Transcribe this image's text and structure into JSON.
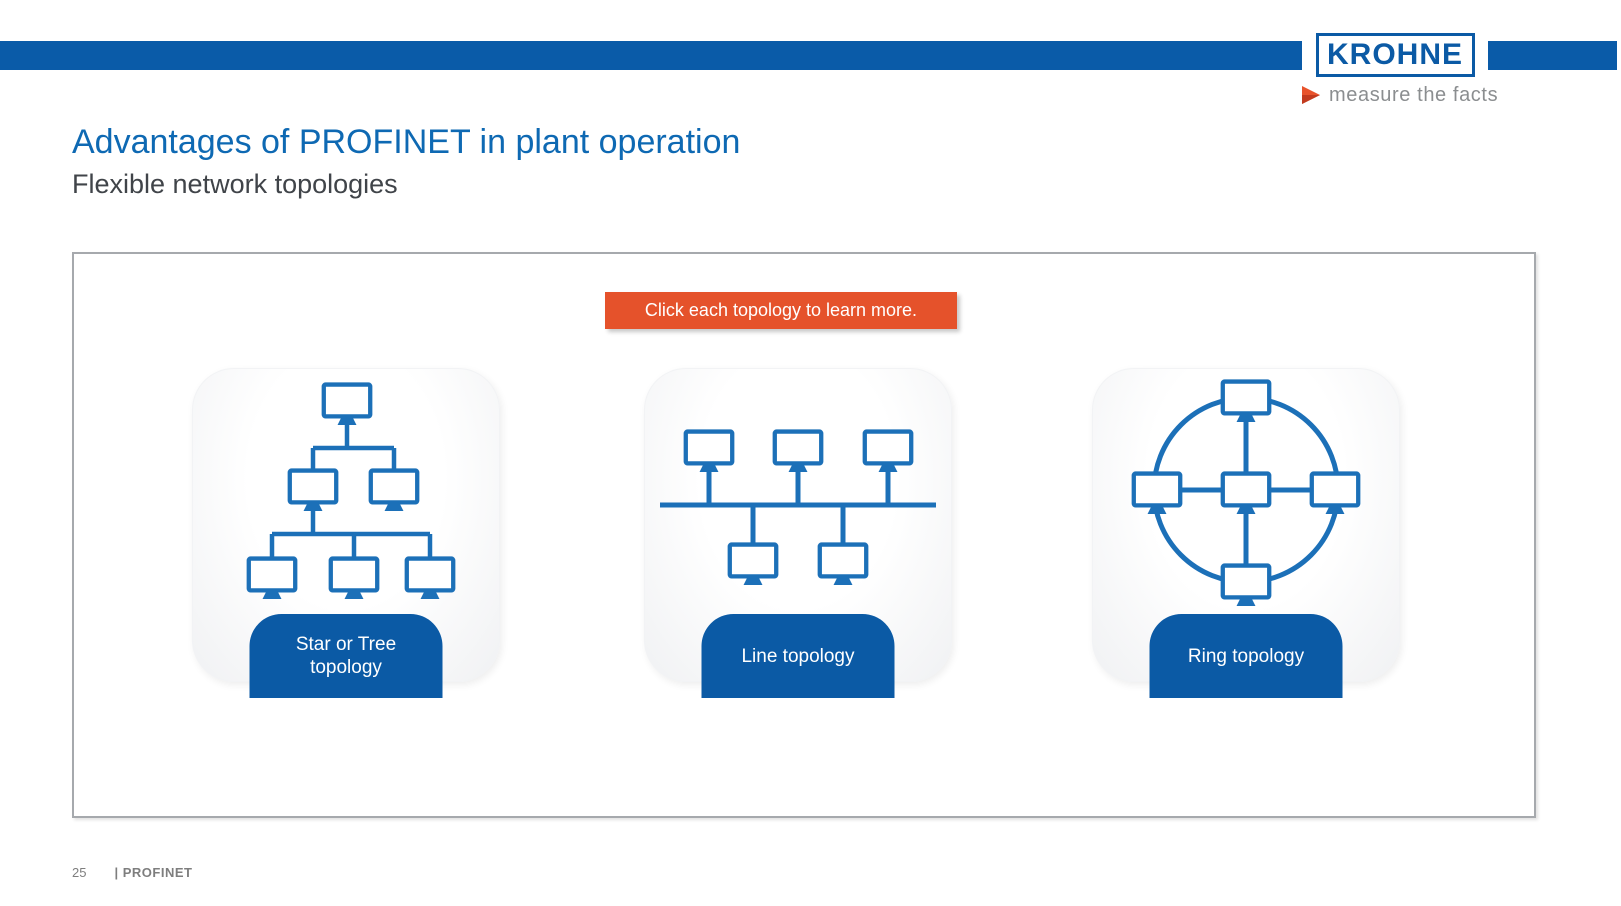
{
  "slide": {
    "title": "Advantages of PROFINET in plant operation",
    "subtitle": "Flexible network topologies",
    "page_number": "25",
    "footer_label": "| PROFINET"
  },
  "brand": {
    "logo_text": "KROHNE",
    "tagline": "measure the facts"
  },
  "banner": {
    "text": "Click each topology to learn more."
  },
  "topologies": [
    {
      "id": "star-tree",
      "label": "Star or Tree topology",
      "node_count": 6
    },
    {
      "id": "line",
      "label": "Line topology",
      "node_count": 5
    },
    {
      "id": "ring",
      "label": "Ring topology",
      "node_count": 5
    }
  ],
  "icons": {
    "monitor": "monitor-icon",
    "tagline_arrow": "tagline-arrow-icon"
  },
  "colors": {
    "header_bar_blue": "#0a5ba8",
    "title_blue": "#0e69b3",
    "pill_blue": "#0b5aa5",
    "diagram_blue": "#1c70b8",
    "banner_orange": "#e5522b",
    "tagline_gray": "#8b8e90",
    "footer_gray": "#7e7e7e"
  }
}
